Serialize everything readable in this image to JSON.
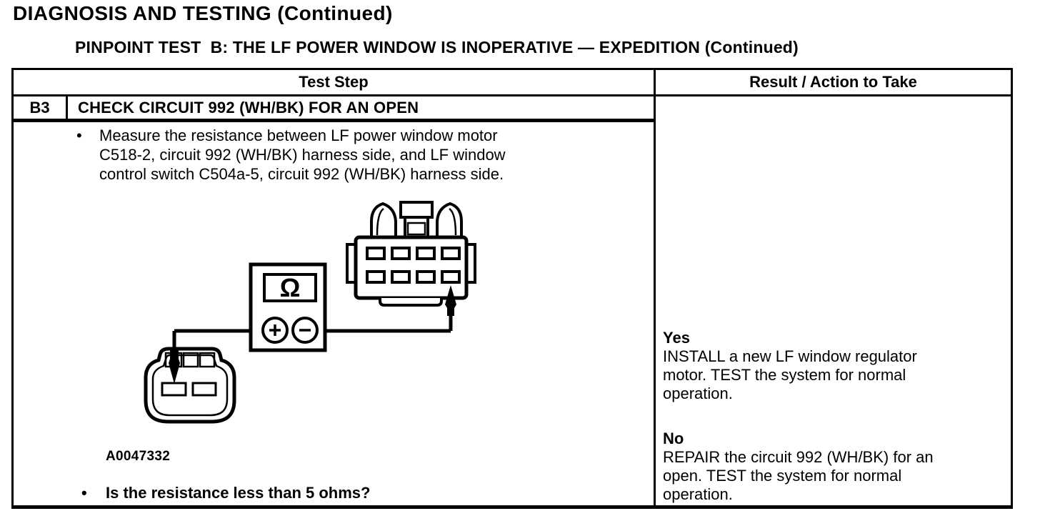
{
  "page": {
    "title": "DIAGNOSIS AND TESTING (Continued)",
    "subtitle": "PINPOINT TEST  B: THE LF POWER WINDOW IS INOPERATIVE — EXPEDITION (Continued)"
  },
  "table": {
    "headers": {
      "test_step": "Test Step",
      "result": "Result / Action to Take"
    },
    "step": {
      "id": "B3",
      "title": "CHECK CIRCUIT 992 (WH/BK) FOR AN OPEN",
      "instruction": "Measure the resistance between LF power window motor C518-2, circuit 992 (WH/BK) harness side, and LF window control switch C504a-5, circuit 992 (WH/BK) harness side.",
      "figure_label": "A0047332",
      "question": "Is the resistance less than 5 ohms?"
    },
    "results": {
      "yes_label": "Yes",
      "yes_action": "INSTALL a new LF window regulator motor. TEST the system for normal operation.",
      "no_label": "No",
      "no_action": "REPAIR the circuit 992 (WH/BK) for an open. TEST the system for normal operation."
    }
  },
  "diagram": {
    "ohm_symbol": "Ω"
  },
  "ui": {
    "bullet": "•"
  },
  "colors": {
    "ink": "#000000",
    "paper": "#ffffff"
  }
}
